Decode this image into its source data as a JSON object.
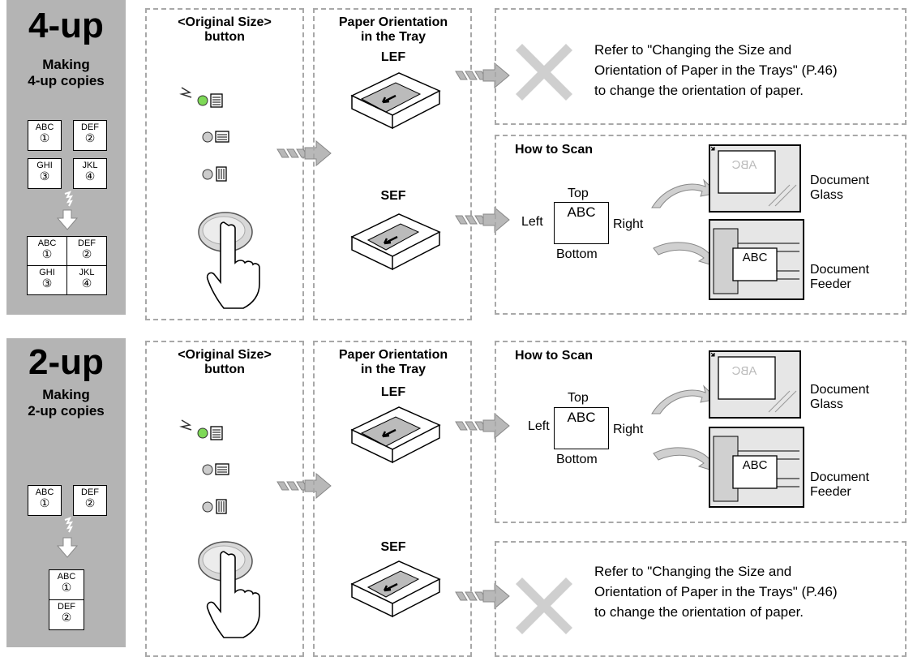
{
  "panels": [
    {
      "mode": "4-up",
      "subtitle_lines": [
        "Making",
        "4-up copies"
      ],
      "pages": [
        {
          "text": "ABC",
          "num": "①"
        },
        {
          "text": "DEF",
          "num": "②"
        },
        {
          "text": "GHI",
          "num": "③"
        },
        {
          "text": "JKL",
          "num": "④"
        }
      ],
      "button_header_lines": [
        "<Original Size>",
        "button"
      ],
      "tray_header_lines": [
        "Paper Orientation",
        "in the Tray"
      ],
      "lef_label": "LEF",
      "sef_label": "SEF",
      "refer_lines": [
        "Refer to \"Changing the Size and",
        "Orientation of Paper in the Trays\" (P.46)",
        "to change the orientation of paper."
      ],
      "scan": {
        "title": "How to Scan",
        "top": "Top",
        "left": "Left",
        "right": "Right",
        "bottom": "Bottom",
        "doc_text": "ABC",
        "glass_lines": [
          "Document",
          "Glass"
        ],
        "feeder_lines": [
          "Document",
          "Feeder"
        ]
      }
    },
    {
      "mode": "2-up",
      "subtitle_lines": [
        "Making",
        "2-up copies"
      ],
      "pages": [
        {
          "text": "ABC",
          "num": "①"
        },
        {
          "text": "DEF",
          "num": "②"
        }
      ],
      "button_header_lines": [
        "<Original Size>",
        "button"
      ],
      "tray_header_lines": [
        "Paper Orientation",
        "in the Tray"
      ],
      "lef_label": "LEF",
      "sef_label": "SEF",
      "refer_lines": [
        "Refer to \"Changing the Size and",
        "Orientation of Paper in the Trays\" (P.46)",
        "to change the orientation of paper."
      ],
      "scan": {
        "title": "How to Scan",
        "top": "Top",
        "left": "Left",
        "right": "Right",
        "bottom": "Bottom",
        "doc_text": "ABC",
        "glass_lines": [
          "Document",
          "Glass"
        ],
        "feeder_lines": [
          "Document",
          "Feeder"
        ]
      }
    }
  ],
  "colors": {
    "sidebar": "#b4b4b4",
    "dashed_border": "#a8a8a8",
    "arrow_fill": "#b8b8b8",
    "led_on": "#7ed957",
    "cross": "#cfcfcf"
  }
}
